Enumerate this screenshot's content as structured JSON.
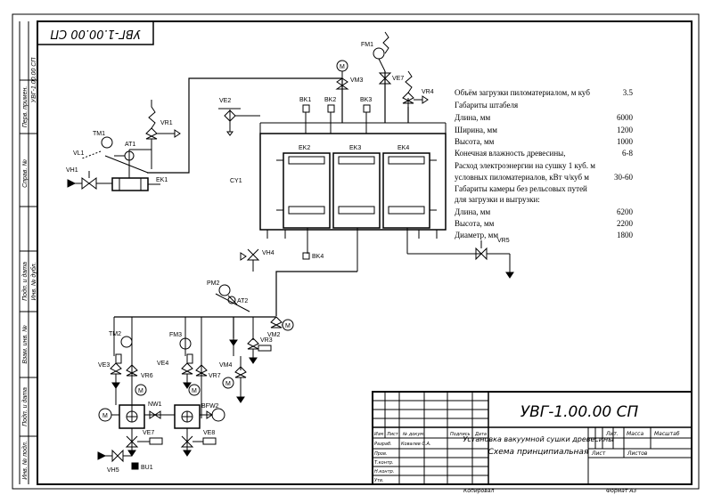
{
  "drawing": {
    "code": "УВГ-1.00.00 СП",
    "code_mirrored": "УВГ-1.00.00 СП",
    "title_top": "Установка вакуумной сушки древесины",
    "title_bottom": "Схема принципиальная",
    "footer_copied": "Копировал",
    "footer_format": "Формат А3"
  },
  "left_strip": [
    "Перв. примен.",
    "Справ. №",
    "Подп. и дата",
    "Инв. № дубл.",
    "Взам. инв. №",
    "Подп. и дата",
    "Инв. № подл."
  ],
  "stamp": {
    "col_headers": [
      "Изм",
      "Лист",
      "№ докум.",
      "Подпись",
      "Дата"
    ],
    "rows": [
      {
        "role": "Разраб.",
        "name": "Ковалев С.А."
      },
      {
        "role": "Пров.",
        "name": ""
      },
      {
        "role": "Т.контр.",
        "name": ""
      },
      {
        "role": "Н.контр.",
        "name": ""
      },
      {
        "role": "Утв.",
        "name": ""
      }
    ],
    "lit_header": "Лит.",
    "mass_header": "Масса",
    "scale_header": "Масштаб",
    "sheet_label": "Лист",
    "sheets_label": "Листов"
  },
  "specs": [
    {
      "label": "Объём загрузки пиломатериалом, м куб",
      "value": "3.5"
    },
    {
      "label": "Габариты штабеля",
      "value": ""
    },
    {
      "label": "Длина, мм",
      "value": "6000"
    },
    {
      "label": "Ширина, мм",
      "value": "1200"
    },
    {
      "label": "Высота, мм",
      "value": "1000"
    },
    {
      "label": "Конечная влажность древесины,",
      "value": "6-8"
    },
    {
      "label": "Расход электроэнергии на сушку 1 куб. м",
      "value": ""
    },
    {
      "label": "условных пиломатериалов, кВт ч/куб м",
      "value": "30-60"
    },
    {
      "label": "Габариты камеры без рельсовых путей",
      "value": ""
    },
    {
      "label": "для загрузки и выгрузки:",
      "value": ""
    },
    {
      "label": "Длина, мм",
      "value": "6200"
    },
    {
      "label": "Высота, мм",
      "value": "2200"
    },
    {
      "label": "Диаметр, мм",
      "value": "1800"
    }
  ],
  "labels": {
    "vl1": "VL1",
    "vh1": "VH1",
    "tm1": "TM1",
    "at1": "AT1",
    "vr1": "VR1",
    "ek1": "EK1",
    "ve2": "VE2",
    "bk1": "BK1",
    "bk2": "BK2",
    "bk3": "BK3",
    "cy1": "CY1",
    "fm1": "FM1",
    "m_top": "M",
    "vm_top": "VM3",
    "ve7_top": "VE7",
    "vr4": "VR4",
    "ek2": "EK2",
    "ek3": "EK3",
    "ek4": "EK4",
    "bk4": "BK4",
    "vr5": "VR5",
    "vh4": "VH4",
    "pm2": "PM2",
    "at2": "AT2",
    "m_mid": "M",
    "vm2": "VM2",
    "vr3": "VR3",
    "tm2": "TM2",
    "fm3": "FM3",
    "ve3": "VE3",
    "vr6": "VR6",
    "vr7": "VR7",
    "ve4": "VE4",
    "vm4": "VM4",
    "m1": "M",
    "m2": "M",
    "m3": "M",
    "m4": "M",
    "nw1": "NW1",
    "bfw2": "BFW2",
    "ve7": "VE7",
    "ve8": "VE8",
    "vh5": "VH5",
    "bu1": "BU1"
  }
}
